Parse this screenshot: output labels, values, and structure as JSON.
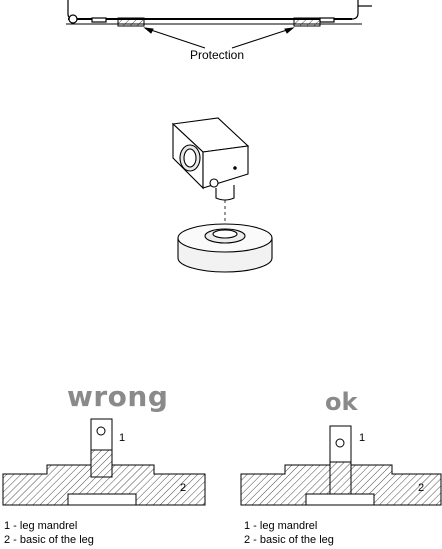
{
  "top_figure": {
    "callout_label": "Protection"
  },
  "comparison": {
    "wrong": {
      "heading": "wrong",
      "marker_1": "1",
      "marker_2": "2",
      "legend": [
        "1 - leg mandrel",
        "2 - basic of the leg"
      ]
    },
    "ok": {
      "heading": "ok",
      "marker_1": "1",
      "marker_2": "2",
      "legend": [
        "1 - leg mandrel",
        "2 - basic of the leg"
      ]
    }
  },
  "colors": {
    "line": "#000000",
    "heading_gray": "#8a8a8a"
  }
}
